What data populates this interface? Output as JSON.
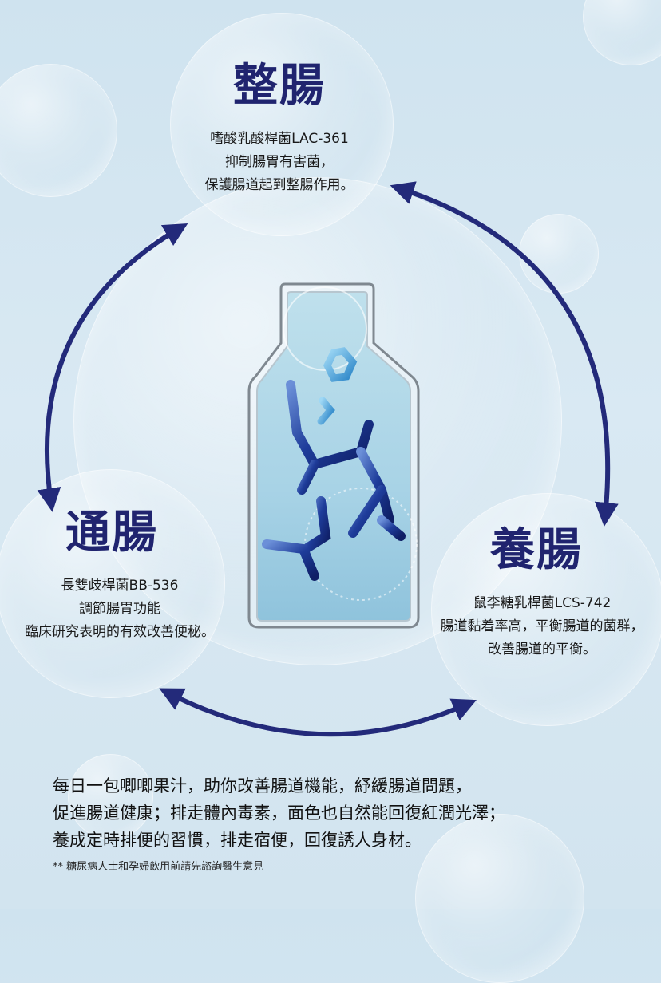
{
  "sections": {
    "top": {
      "title": "整腸",
      "lines": [
        "嗜酸乳酸桿菌LAC-361",
        "抑制腸胃有害菌，",
        "保護腸道起到整腸作用。"
      ]
    },
    "left": {
      "title": "通腸",
      "lines": [
        "長雙歧桿菌BB-536",
        "調節腸胃功能",
        "臨床研究表明的有效改善便秘。"
      ]
    },
    "right": {
      "title": "養腸",
      "lines": [
        "鼠李糖乳桿菌LCS-742",
        "腸道黏着率高，平衡腸道的菌群，",
        "改善腸道的平衡。"
      ]
    }
  },
  "footer": {
    "lines": [
      "每日一包唧唧果汁，助你改善腸道機能，紓緩腸道問題，",
      "促進腸道健康；排走體內毒素，面色也自然能回復紅潤光澤；",
      "養成定時排便的習慣，排走宿便，回復誘人身材。"
    ],
    "note": "** 糖尿病人士和孕婦飲用前請先諮詢醫生意見"
  },
  "colors": {
    "heading": "#20246f",
    "arrow": "#232a7a",
    "background": "#d5e6f0"
  },
  "icons": [
    "cycle-arrow-icon",
    "juice-pouch-illustration",
    "molecule-illustration"
  ]
}
